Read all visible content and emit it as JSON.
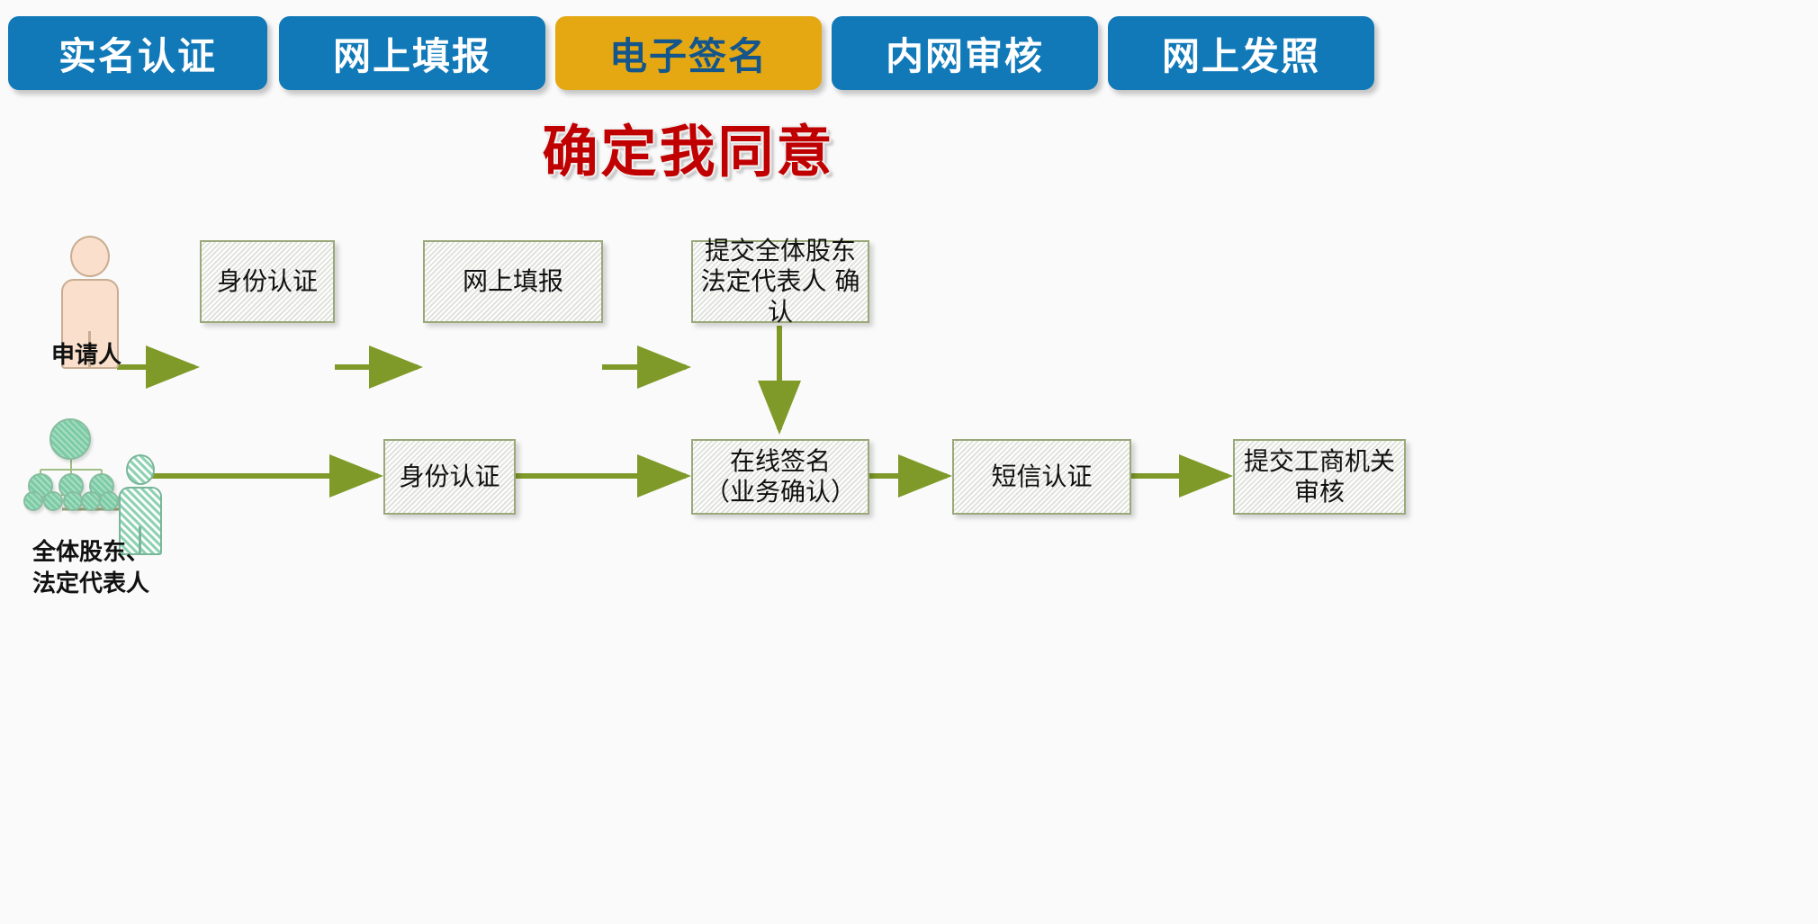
{
  "tabs": [
    {
      "label": "实名认证",
      "state": "inactive",
      "color": "#1179B8"
    },
    {
      "label": "网上填报",
      "state": "inactive",
      "color": "#1179B8"
    },
    {
      "label": "电子签名",
      "state": "active",
      "color": "#E5A812"
    },
    {
      "label": "内网审核",
      "state": "inactive",
      "color": "#1179B8"
    },
    {
      "label": "网上发照",
      "state": "inactive",
      "color": "#1179B8"
    }
  ],
  "title": {
    "text": "确定我同意",
    "color": "#C00000"
  },
  "diagram": {
    "accent_arrow_color": "#7F9A29",
    "node_border_color": "#9AA87A",
    "actors": [
      {
        "id": "applicant",
        "label": "申请人",
        "icon": "person-icon",
        "color": "#FAE0CC"
      },
      {
        "id": "shareholders",
        "label": "全体股东、\n法定代表人",
        "icon": "org-tree-icon",
        "color": "#7BCBA5"
      }
    ],
    "rows": [
      {
        "id": "row-applicant",
        "nodes": [
          {
            "id": "n1",
            "label": "身份认证"
          },
          {
            "id": "n2",
            "label": "网上填报"
          },
          {
            "id": "n3",
            "label": "提交全体股东\n法定代表人 确认"
          }
        ]
      },
      {
        "id": "row-shareholders",
        "nodes": [
          {
            "id": "n4",
            "label": "身份认证"
          },
          {
            "id": "n5",
            "label": "在线签名\n（业务确认）"
          },
          {
            "id": "n6",
            "label": "短信认证"
          },
          {
            "id": "n7",
            "label": "提交工商机关\n审核"
          }
        ]
      }
    ]
  }
}
